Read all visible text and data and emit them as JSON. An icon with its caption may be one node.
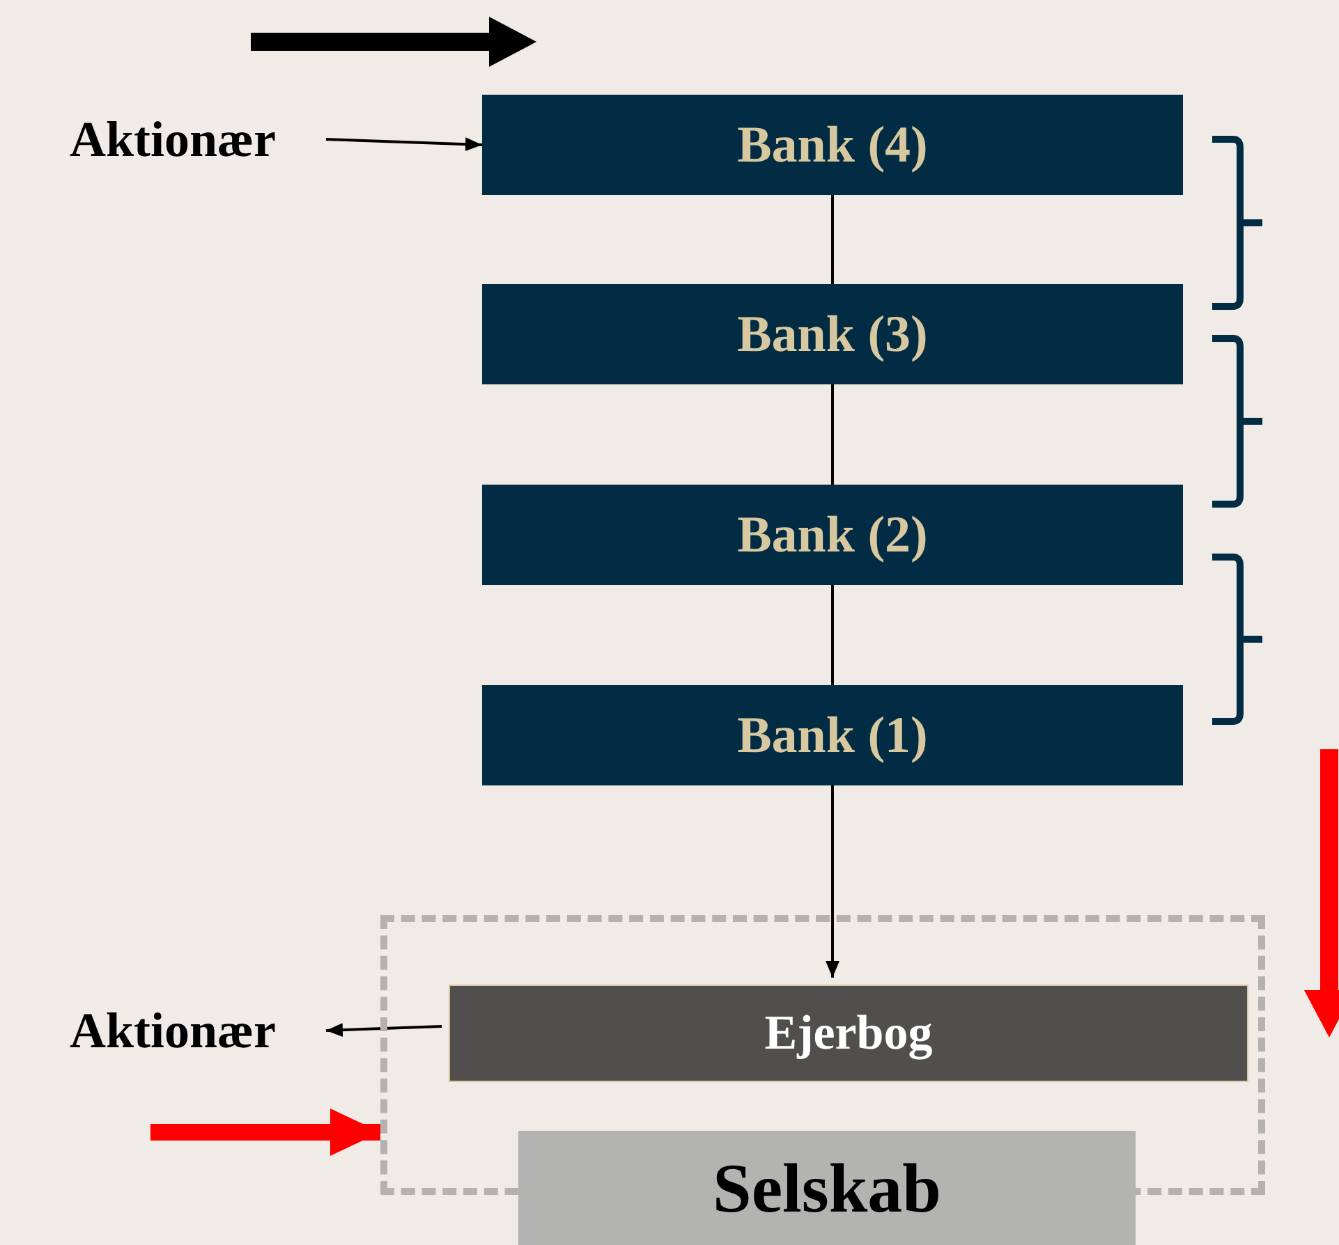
{
  "diagram": {
    "nodes": [
      {
        "text": [
          "Aktionær"
        ]
      },
      {
        "text": [
          "Bank (4)"
        ]
      },
      {
        "text": [
          "Bank (3)"
        ]
      },
      {
        "text": [
          "Bank (2)"
        ]
      },
      {
        "text": [
          "Bank (1)"
        ]
      },
      {
        "text": [],
        "shape": "box"
      },
      {
        "text": [
          "Ejerbog"
        ],
        "in": 5
      },
      {
        "text": [
          "Aktionær"
        ]
      },
      {
        "text": [
          "Selskab"
        ]
      }
    ],
    "edges": [
      {
        "from": 0,
        "to": 1,
        "arrow": "to"
      },
      {
        "from": 1,
        "to": 2,
        "arrow": "none"
      },
      {
        "from": 2,
        "to": 3,
        "arrow": "none"
      },
      {
        "from": 3,
        "to": 4,
        "arrow": "none"
      },
      {
        "from": 4,
        "to": 6,
        "arrow": "to"
      },
      {
        "from": 6,
        "to": 7,
        "arrow": "to"
      },
      {
        "from": null,
        "to": 5,
        "arrow": "to",
        "style": "thick",
        "color": "#ff0000"
      }
    ]
  }
}
